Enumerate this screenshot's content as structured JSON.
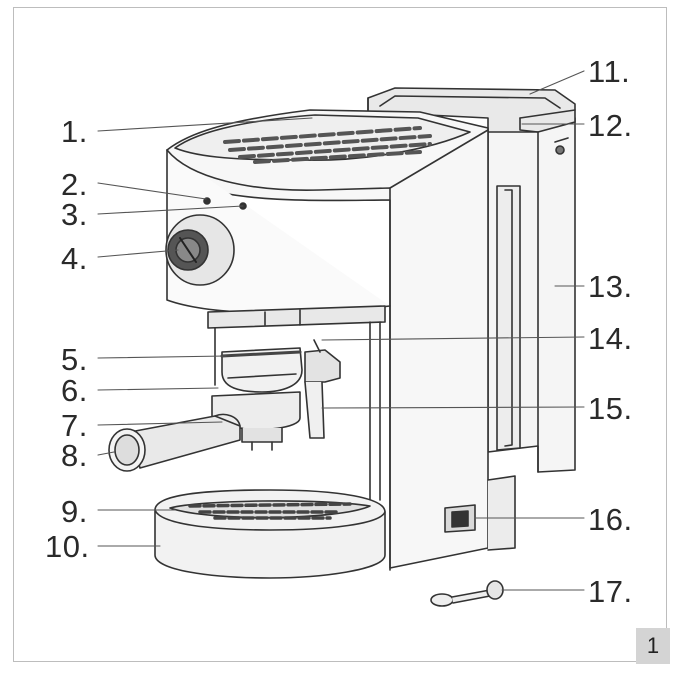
{
  "figure_number": "1",
  "callouts": [
    "1.",
    "2.",
    "3.",
    "4.",
    "5.",
    "6.",
    "7.",
    "8.",
    "9.",
    "10.",
    "11.",
    "12.",
    "13.",
    "14.",
    "15.",
    "16.",
    "17."
  ],
  "colors": {
    "line": "#333333",
    "light_fill": "#f2f2f2",
    "mid_fill": "#e6e6e6",
    "dark_fill": "#4a4a4a",
    "frame": "#bdbdbd",
    "badge": "#d4d4d4"
  }
}
